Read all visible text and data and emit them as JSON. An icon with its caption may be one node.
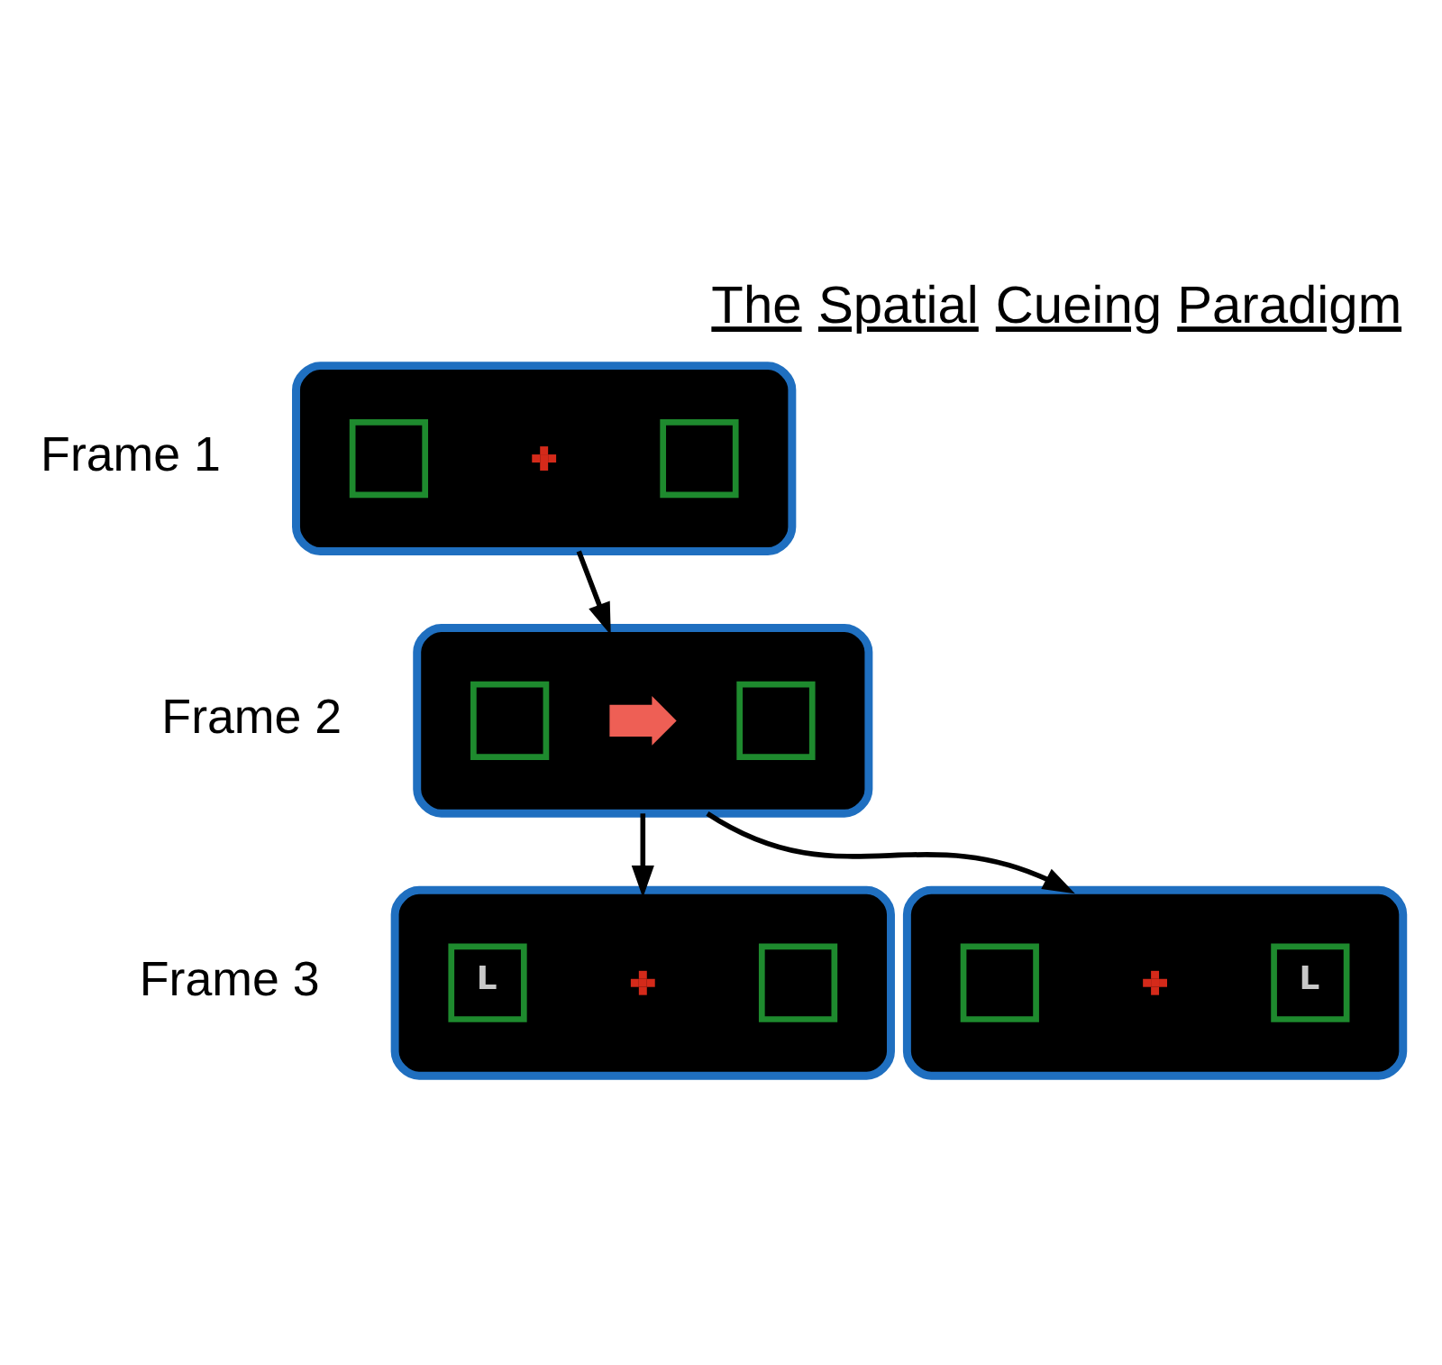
{
  "diagram": {
    "title": "The Spatial Cueing Paradigm",
    "nodes": [
      {
        "text": [],
        "shape": "box",
        "beside": [
          "Frame 1"
        ]
      },
      {
        "text": [],
        "shape": "box",
        "in": 0
      },
      {
        "text": [],
        "shape": "cross",
        "in": 0
      },
      {
        "text": [],
        "shape": "box",
        "in": 0
      },
      {
        "text": [],
        "shape": "box",
        "beside": [
          "Frame 2"
        ]
      },
      {
        "text": [],
        "shape": "box",
        "in": 4
      },
      {
        "text": [],
        "shape": "arrow",
        "in": 4
      },
      {
        "text": [],
        "shape": "box",
        "in": 4
      },
      {
        "text": [],
        "shape": "box",
        "beside": [
          "Frame 3"
        ]
      },
      {
        "text": [
          "L"
        ],
        "in": 8
      },
      {
        "text": [],
        "shape": "cross",
        "in": 8
      },
      {
        "text": [],
        "shape": "box",
        "in": 8
      },
      {
        "text": [],
        "shape": "box"
      },
      {
        "text": [],
        "shape": "box",
        "in": 12
      },
      {
        "text": [],
        "shape": "cross",
        "in": 12
      },
      {
        "text": [
          "L"
        ],
        "in": 12
      }
    ],
    "edges": [
      {
        "from": 0,
        "to": 4,
        "arrow": "to"
      },
      {
        "from": 4,
        "to": 8,
        "arrow": "to"
      },
      {
        "from": 4,
        "to": 12,
        "arrow": "to"
      }
    ]
  }
}
